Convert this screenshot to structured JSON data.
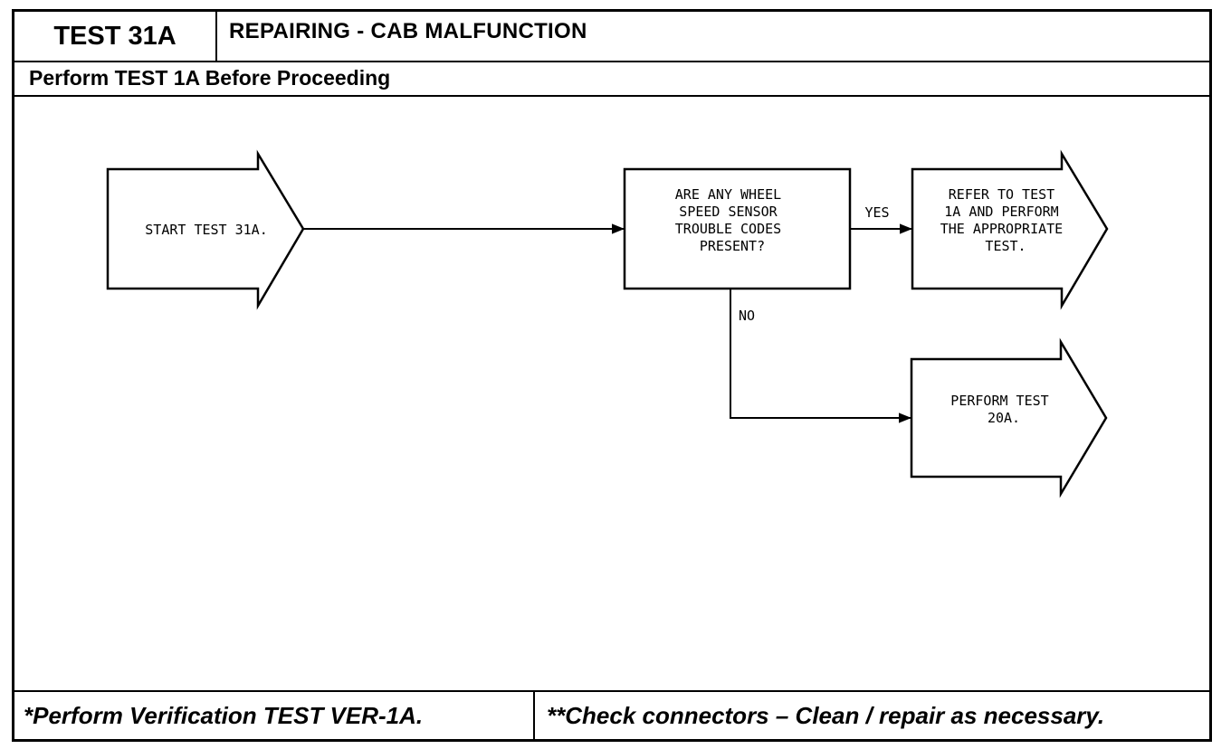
{
  "header": {
    "test_id": "TEST 31A",
    "title": "REPAIRING - CAB MALFUNCTION",
    "prerequisite": "Perform TEST 1A Before Proceeding"
  },
  "flowchart": {
    "start": {
      "lines": [
        "START TEST 31A."
      ]
    },
    "decision": {
      "lines": [
        "ARE ANY WHEEL",
        "SPEED SENSOR",
        "TROUBLE CODES",
        "PRESENT?"
      ]
    },
    "yes_label": "YES",
    "no_label": "NO",
    "yes_result": {
      "lines": [
        "REFER TO TEST",
        "1A AND PERFORM",
        "THE APPROPRIATE",
        "TEST."
      ]
    },
    "no_result": {
      "lines": [
        "PERFORM TEST",
        "20A."
      ]
    }
  },
  "footer": {
    "left": "*Perform Verification TEST VER-1A.",
    "right": "**Check connectors – Clean / repair as necessary."
  }
}
